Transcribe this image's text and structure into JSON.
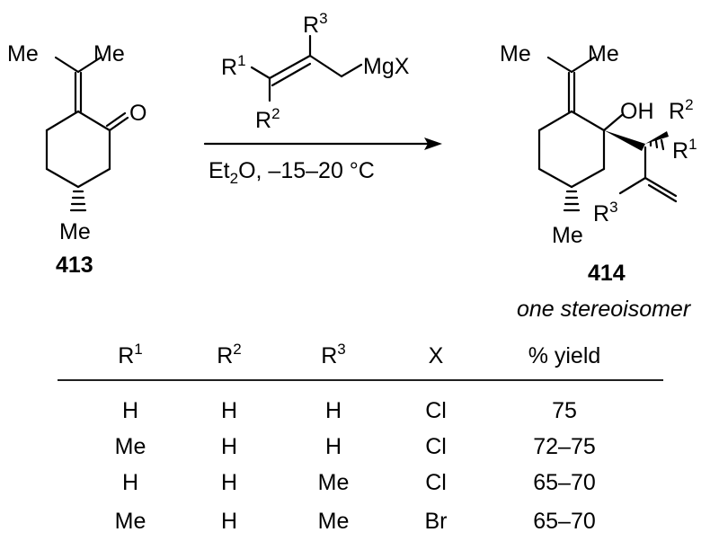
{
  "starting_material": {
    "substituent_left": "Me",
    "substituent_right": "Me",
    "carbonyl_o": "O",
    "ring_me": "Me",
    "compound_number": "413"
  },
  "reagent": {
    "r1": "R",
    "r1_index": "1",
    "r2": "R",
    "r2_index": "2",
    "r3": "R",
    "r3_index": "3",
    "metal": "MgX"
  },
  "conditions": {
    "solvent": "Et",
    "solvent_sub": "2",
    "solvent_rest": "O, –15–20 °C"
  },
  "product": {
    "substituent_left": "Me",
    "substituent_right": "Me",
    "hydroxyl": "OH",
    "r2": "R",
    "r2_index": "2",
    "r1": "R",
    "r1_index": "1",
    "r3": "R",
    "r3_index": "3",
    "ring_me": "Me",
    "compound_number": "414",
    "note": "one stereoisomer"
  },
  "table": {
    "headers": [
      {
        "main": "R",
        "sup": "1"
      },
      {
        "main": "R",
        "sup": "2"
      },
      {
        "main": "R",
        "sup": "3"
      },
      {
        "main": "X",
        "sup": ""
      },
      {
        "main": "% yield",
        "sup": ""
      }
    ],
    "rows": [
      [
        "H",
        "H",
        "H",
        "Cl",
        "75"
      ],
      [
        "Me",
        "H",
        "H",
        "Cl",
        "72–75"
      ],
      [
        "H",
        "H",
        "Me",
        "Cl",
        "65–70"
      ],
      [
        "Me",
        "H",
        "Me",
        "Br",
        "65–70"
      ]
    ]
  }
}
